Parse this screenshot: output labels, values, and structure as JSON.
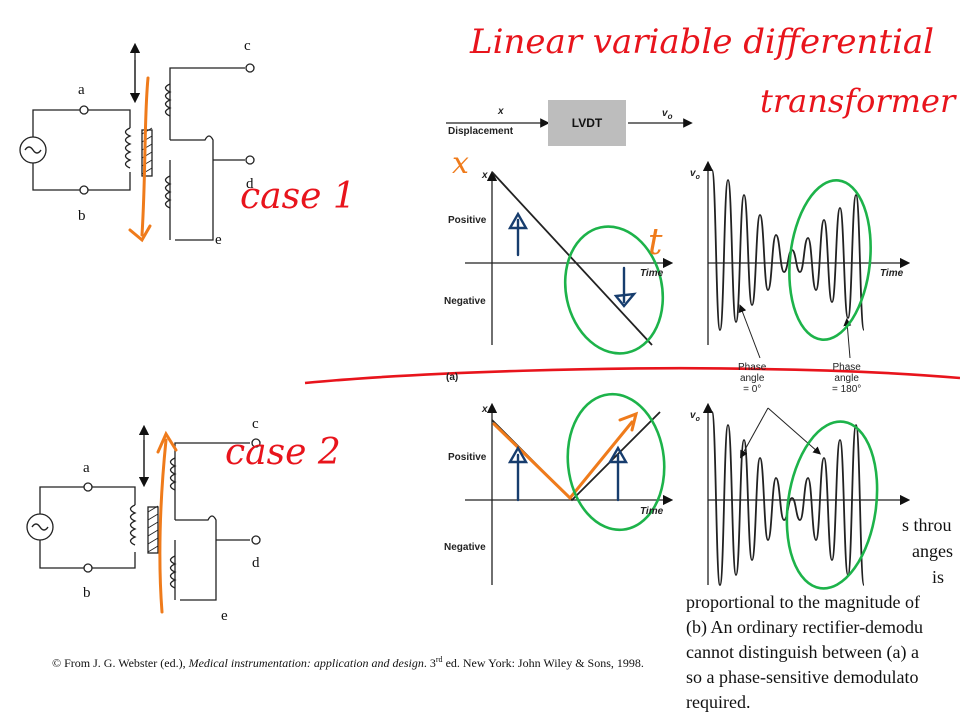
{
  "annotations": {
    "title_line1": "Linear variable differential",
    "title_line2": "transformer",
    "case1": "case 1",
    "case2": "case 2",
    "x_mark": "x",
    "t_mark": "t"
  },
  "circuit": {
    "terminal_a": "a",
    "terminal_b": "b",
    "terminal_c": "c",
    "terminal_d": "d",
    "terminal_e": "e",
    "source_symbol": "~"
  },
  "block": {
    "input_x": "x",
    "input_label": "Displacement",
    "box_label": "LVDT",
    "output_label": "v",
    "output_sub": "o"
  },
  "plots": {
    "x_axis_label": "x",
    "vo_axis_label": "v",
    "vo_sub": "o",
    "positive": "Positive",
    "negative": "Negative",
    "time": "Time",
    "part_a": "(a)",
    "phase0_line1": "Phase",
    "phase0_line2": "angle",
    "phase0_line3": "= 0°",
    "phase180_line1": "Phase",
    "phase180_line2": "angle",
    "phase180_line3": "= 180°"
  },
  "caption": {
    "line1": "s throu",
    "line2": "anges",
    "line3": "is",
    "line4": "proportional to the magnitude of",
    "line5": "(b) An ordinary rectifier-demodu",
    "line6": "cannot distinguish between (a) a",
    "line7": "so a phase-sensitive demodulato",
    "line8": "required."
  },
  "credit": {
    "prefix": "© From J. G. Webster (ed.), ",
    "title": "Medical instrumentation: application and design",
    "ed_num": ". 3",
    "ed_sup": "rd",
    "suffix": " ed. New York: John Wiley & Sons, 1998."
  },
  "colors": {
    "ink_red": "#e8141c",
    "ink_orange": "#ef7b1b",
    "ink_green": "#1db34a",
    "ink_blue": "#173d6e"
  }
}
